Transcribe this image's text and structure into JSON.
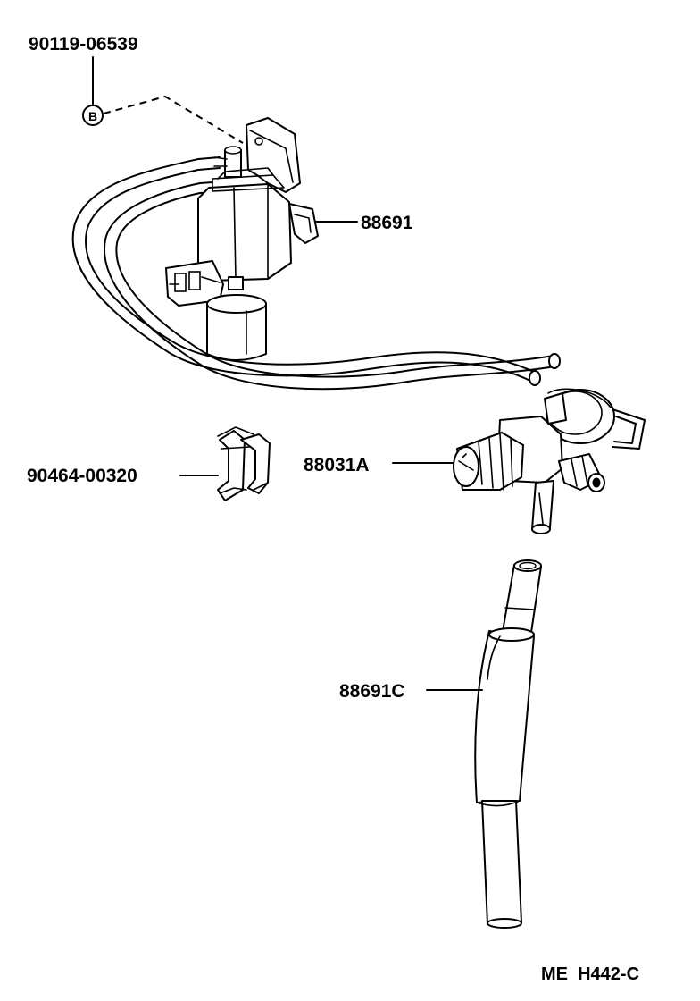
{
  "diagram": {
    "parts": [
      {
        "id": "bolt",
        "label": "90119-06539"
      },
      {
        "id": "vsv",
        "label": "88691"
      },
      {
        "id": "clamp",
        "label": "90464-00320"
      },
      {
        "id": "valve",
        "label": "88031A"
      },
      {
        "id": "hose",
        "label": "88691C"
      }
    ],
    "callout_marker": "B",
    "footer_code": "ME  H442-C"
  }
}
